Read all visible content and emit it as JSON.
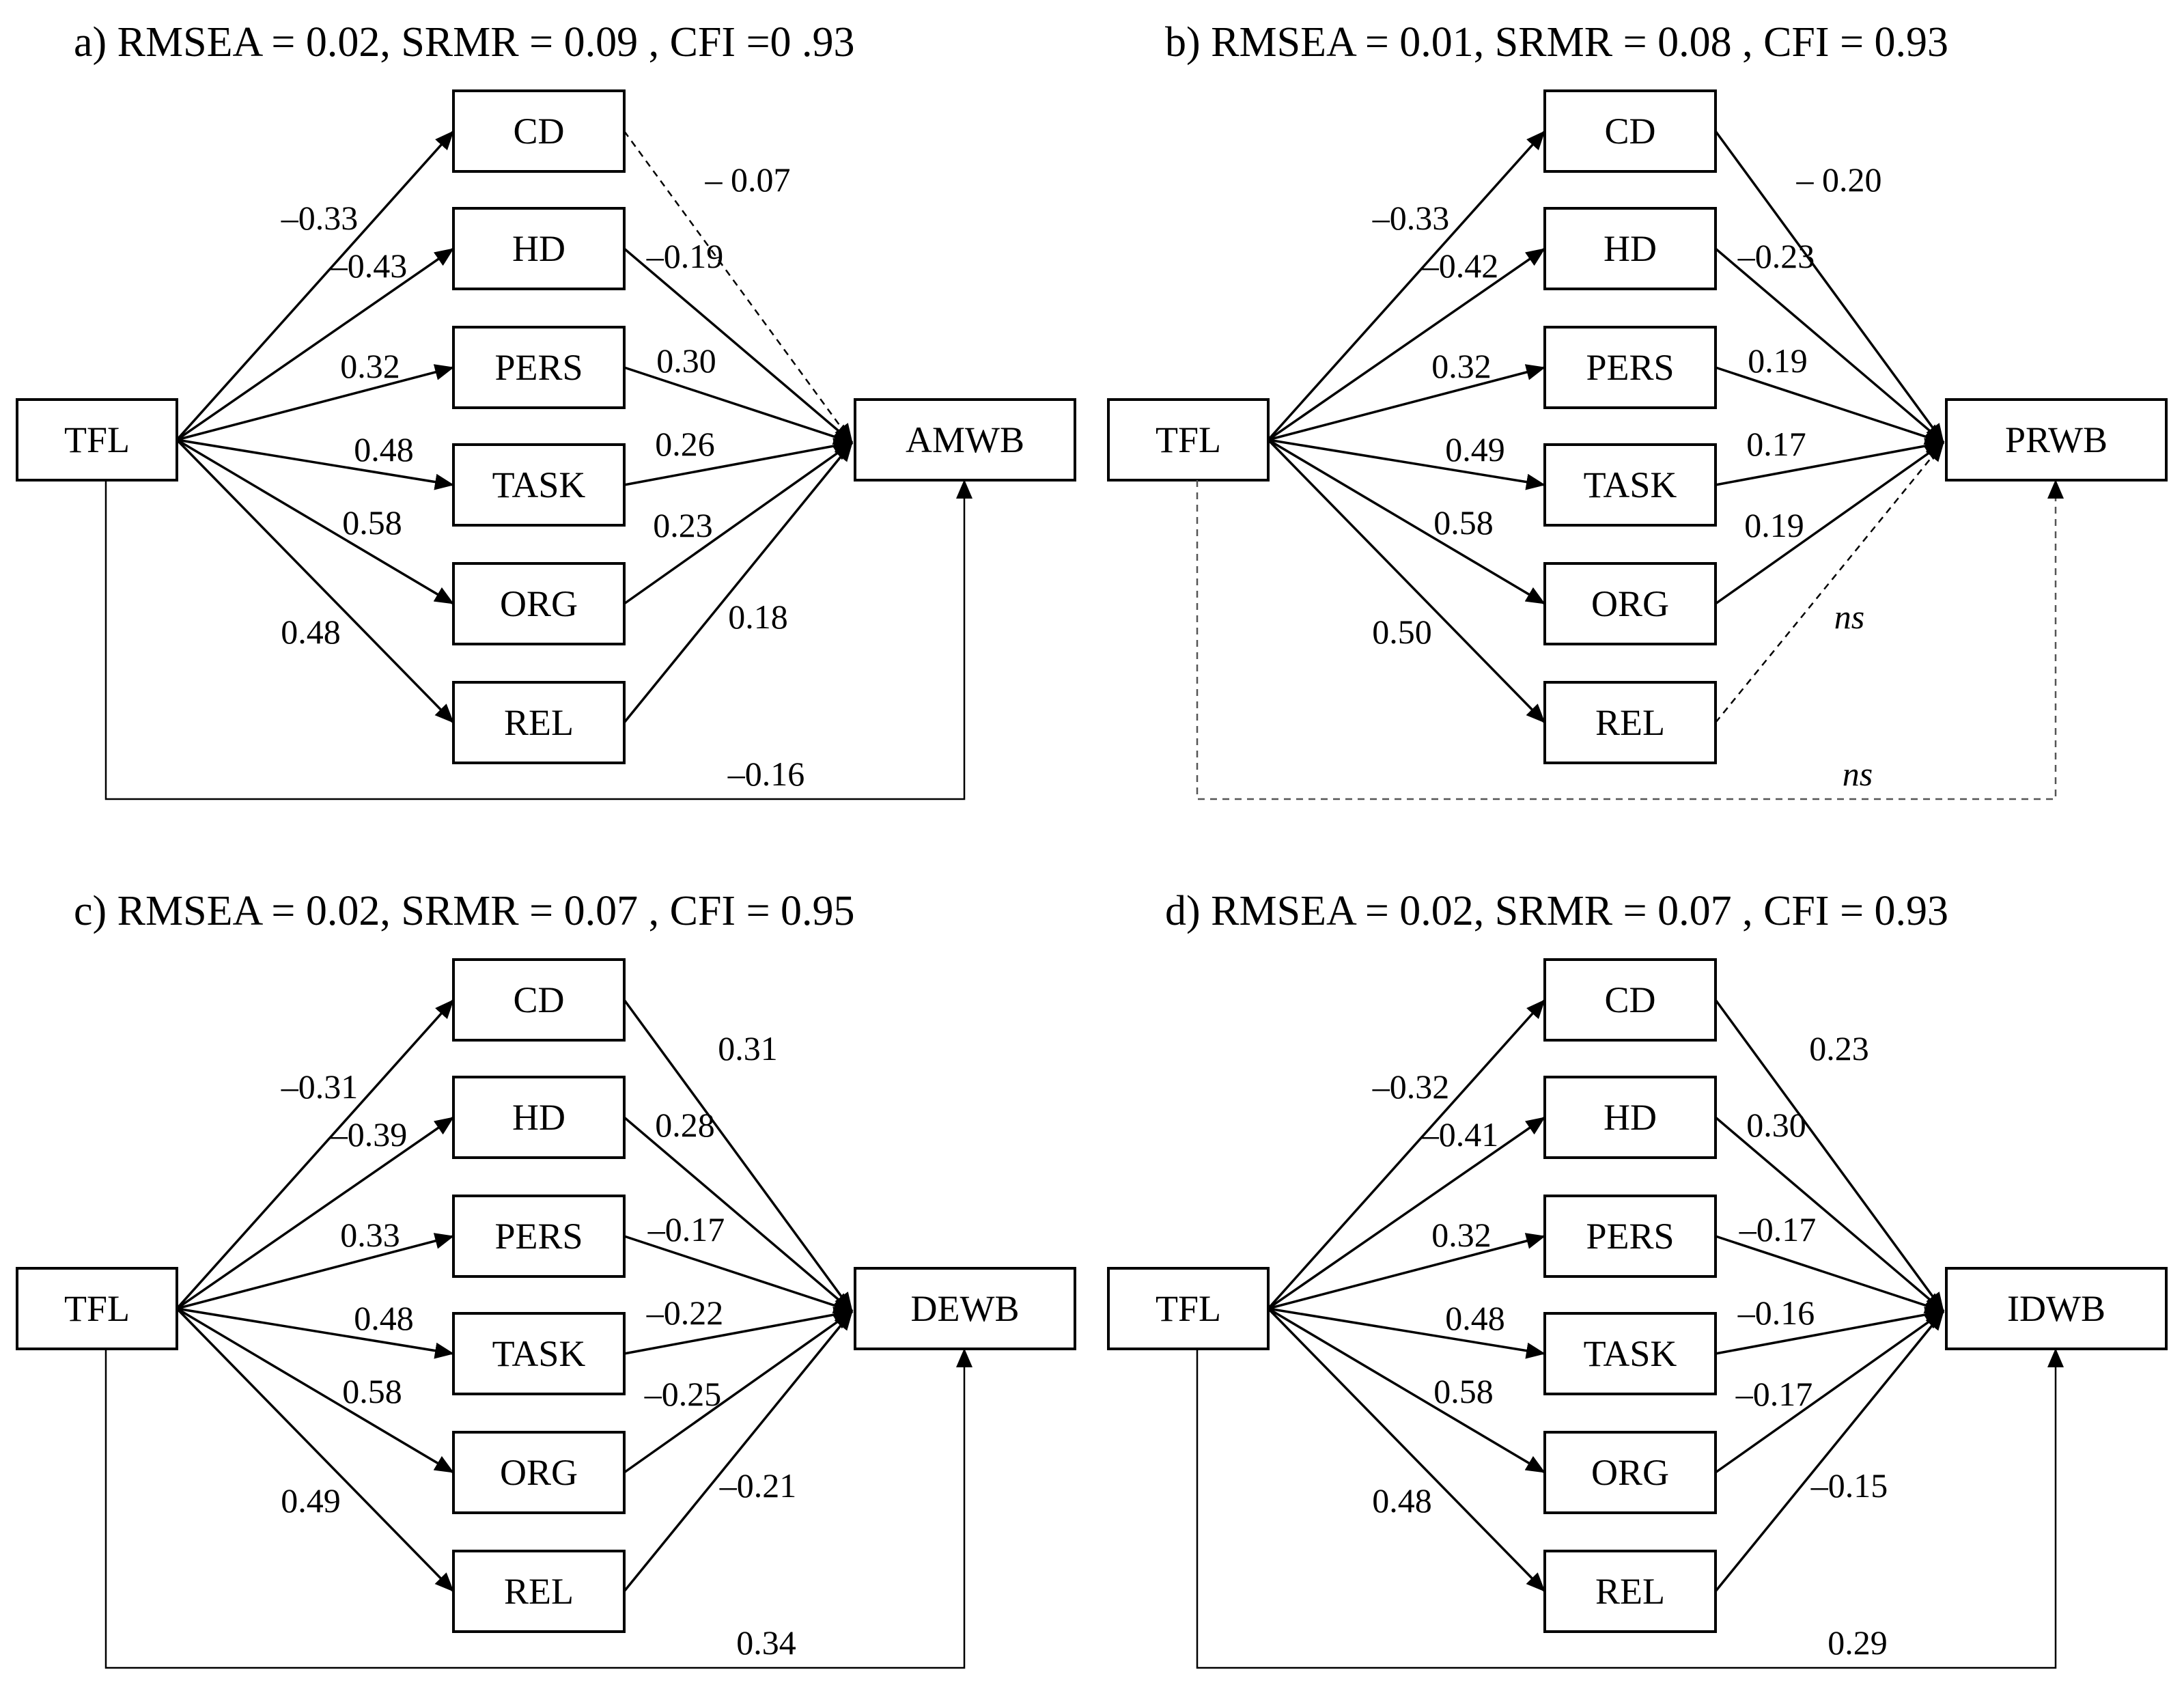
{
  "panels": [
    {
      "id": "a",
      "title": "a) RMSEA = 0.02, SRMR = 0.09 , CFI =0 .93",
      "outcome": "AMWB",
      "mediators": [
        {
          "name": "CD",
          "a": "–0.33",
          "b": "– 0.07",
          "b_style": "dashed"
        },
        {
          "name": "HD",
          "a": "–0.43",
          "b": "–0.19",
          "b_style": "solid"
        },
        {
          "name": "PERS",
          "a": "0.32",
          "b": "0.30",
          "b_style": "solid"
        },
        {
          "name": "TASK",
          "a": "0.48",
          "b": "0.26",
          "b_style": "solid"
        },
        {
          "name": "ORG",
          "a": "0.58",
          "b": "0.23",
          "b_style": "solid"
        },
        {
          "name": "REL",
          "a": "0.48",
          "b": "0.18",
          "b_style": "solid"
        }
      ],
      "direct": {
        "value": "–0.16",
        "style": "solid"
      }
    },
    {
      "id": "b",
      "title": "b) RMSEA = 0.01, SRMR = 0.08 , CFI = 0.93",
      "outcome": "PRWB",
      "mediators": [
        {
          "name": "CD",
          "a": "–0.33",
          "b": "– 0.20",
          "b_style": "solid"
        },
        {
          "name": "HD",
          "a": "–0.42",
          "b": "–0.23",
          "b_style": "solid"
        },
        {
          "name": "PERS",
          "a": "0.32",
          "b": "0.19",
          "b_style": "solid"
        },
        {
          "name": "TASK",
          "a": "0.49",
          "b": "0.17",
          "b_style": "solid"
        },
        {
          "name": "ORG",
          "a": "0.58",
          "b": "0.19",
          "b_style": "solid"
        },
        {
          "name": "REL",
          "a": "0.50",
          "b": "ns",
          "b_style": "dashed"
        }
      ],
      "direct": {
        "value": "ns",
        "style": "dashed"
      }
    },
    {
      "id": "c",
      "title": "c) RMSEA = 0.02, SRMR = 0.07 , CFI = 0.95",
      "outcome": "DEWB",
      "mediators": [
        {
          "name": "CD",
          "a": "–0.31",
          "b": "0.31",
          "b_style": "solid"
        },
        {
          "name": "HD",
          "a": "–0.39",
          "b": "0.28",
          "b_style": "solid"
        },
        {
          "name": "PERS",
          "a": "0.33",
          "b": "–0.17",
          "b_style": "solid"
        },
        {
          "name": "TASK",
          "a": "0.48",
          "b": "–0.22",
          "b_style": "solid"
        },
        {
          "name": "ORG",
          "a": "0.58",
          "b": "–0.25",
          "b_style": "solid"
        },
        {
          "name": "REL",
          "a": "0.49",
          "b": "–0.21",
          "b_style": "solid"
        }
      ],
      "direct": {
        "value": "0.34",
        "style": "solid"
      }
    },
    {
      "id": "d",
      "title": "d) RMSEA = 0.02, SRMR = 0.07 , CFI = 0.93",
      "outcome": "IDWB",
      "mediators": [
        {
          "name": "CD",
          "a": "–0.32",
          "b": "0.23",
          "b_style": "solid"
        },
        {
          "name": "HD",
          "a": "–0.41",
          "b": "0.30",
          "b_style": "solid"
        },
        {
          "name": "PERS",
          "a": "0.32",
          "b": "–0.17",
          "b_style": "solid"
        },
        {
          "name": "TASK",
          "a": "0.48",
          "b": "–0.16",
          "b_style": "solid"
        },
        {
          "name": "ORG",
          "a": "0.58",
          "b": "–0.17",
          "b_style": "solid"
        },
        {
          "name": "REL",
          "a": "0.48",
          "b": "–0.15",
          "b_style": "solid"
        }
      ],
      "direct": {
        "value": "0.29",
        "style": "solid"
      }
    }
  ],
  "predictor": "TFL"
}
